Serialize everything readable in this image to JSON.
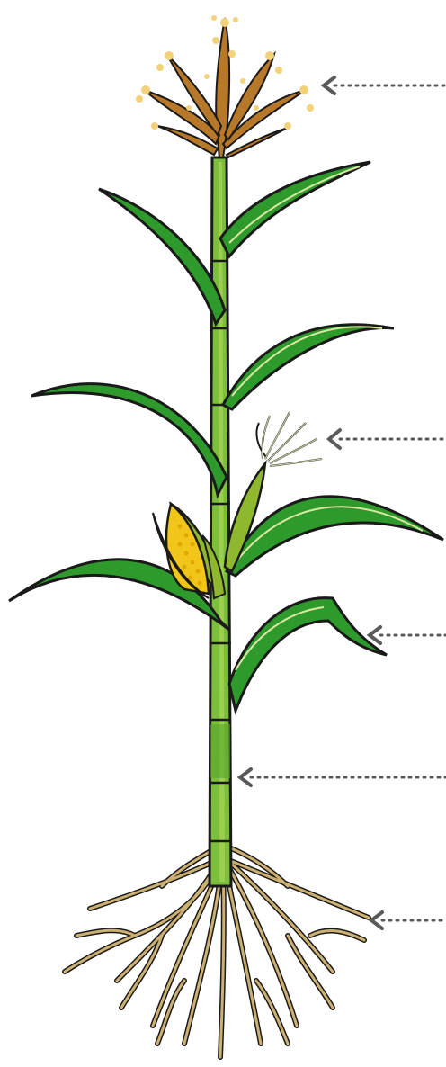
{
  "diagram": {
    "pointers": [
      {
        "part": "tassel",
        "style": "dotted-arrow"
      },
      {
        "part": "silk",
        "style": "dotted-arrow"
      },
      {
        "part": "leaf",
        "style": "dotted-arrow"
      },
      {
        "part": "stalk",
        "style": "dotted-arrow"
      },
      {
        "part": "roots",
        "style": "dotted-arrow"
      }
    ]
  },
  "colors": {
    "background": "#ffffff",
    "leaf_dark": "#1f7a21",
    "leaf_mid": "#2e9a2c",
    "leaf_highlight": "#d9e7a2",
    "stalk": "#7cbf3a",
    "stalk_dark": "#3f8f27",
    "tassel": "#b8782a",
    "tassel_highlight": "#f3d27a",
    "ear": "#f2c619",
    "husk": "#8fb82e",
    "silk": "#c9c9a0",
    "roots": "#cdb172",
    "arrow": "#5a5a5a",
    "outline": "#1a1a1a"
  }
}
